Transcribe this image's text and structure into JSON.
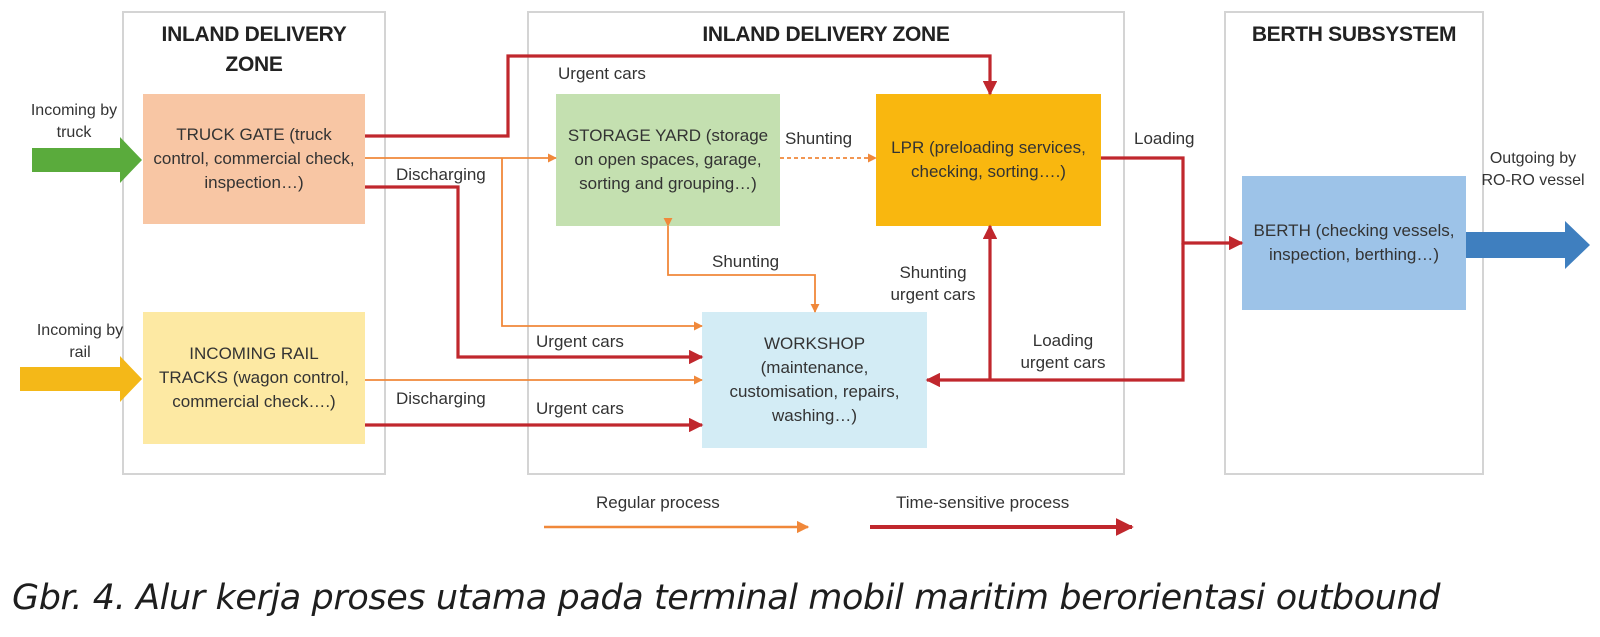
{
  "zones": {
    "inland_left": "INLAND DELIVERY ZONE",
    "inland_center": "INLAND DELIVERY ZONE",
    "berth": "BERTH SUBSYSTEM"
  },
  "nodes": {
    "truck_gate": "TRUCK GATE (truck control, commercial check, inspection…)",
    "rail_tracks": "INCOMING RAIL TRACKS (wagon control, commercial check….)",
    "storage_yard": "STORAGE YARD (storage on open spaces, garage, sorting and grouping…)",
    "lpr": "LPR (preloading services, checking, sorting….)",
    "workshop": "WORKSHOP (maintenance, customisation, repairs, washing…)",
    "berth": "BERTH (checking vessels, inspection, berthing…)"
  },
  "inputs": {
    "truck": "Incoming by truck",
    "rail": "Incoming by rail",
    "vessel": "Outgoing by RO-RO vessel"
  },
  "edge_labels": {
    "urgent_top": "Urgent cars",
    "shunting_yard_lpr": "Shunting",
    "loading": "Loading",
    "discharging_truck": "Discharging",
    "shunting_yard_ws": "Shunting",
    "shunting_urgent": "Shunting urgent cars",
    "urgent_mid": "Urgent cars",
    "loading_urgent": "Loading urgent cars",
    "discharging_rail": "Discharging",
    "urgent_bottom": "Urgent cars"
  },
  "legend": {
    "regular": "Regular process",
    "time_sensitive": "Time-sensitive process"
  },
  "caption": "Gbr. 4. Alur kerja proses utama pada terminal mobil maritim berorientasi outbound",
  "colors": {
    "regular_arrow": "#f0883a",
    "urgent_arrow": "#c0272d",
    "truck_input": "#5aab3c",
    "rail_input": "#f4b818",
    "vessel_output": "#3f7fbf",
    "truck_gate_fill": "#f8c6a4",
    "rail_tracks_fill": "#fde9a3",
    "storage_yard_fill": "#c4e0b0",
    "lpr_fill": "#f9b70f",
    "workshop_fill": "#d3ecf5",
    "berth_fill": "#9dc3e8"
  }
}
